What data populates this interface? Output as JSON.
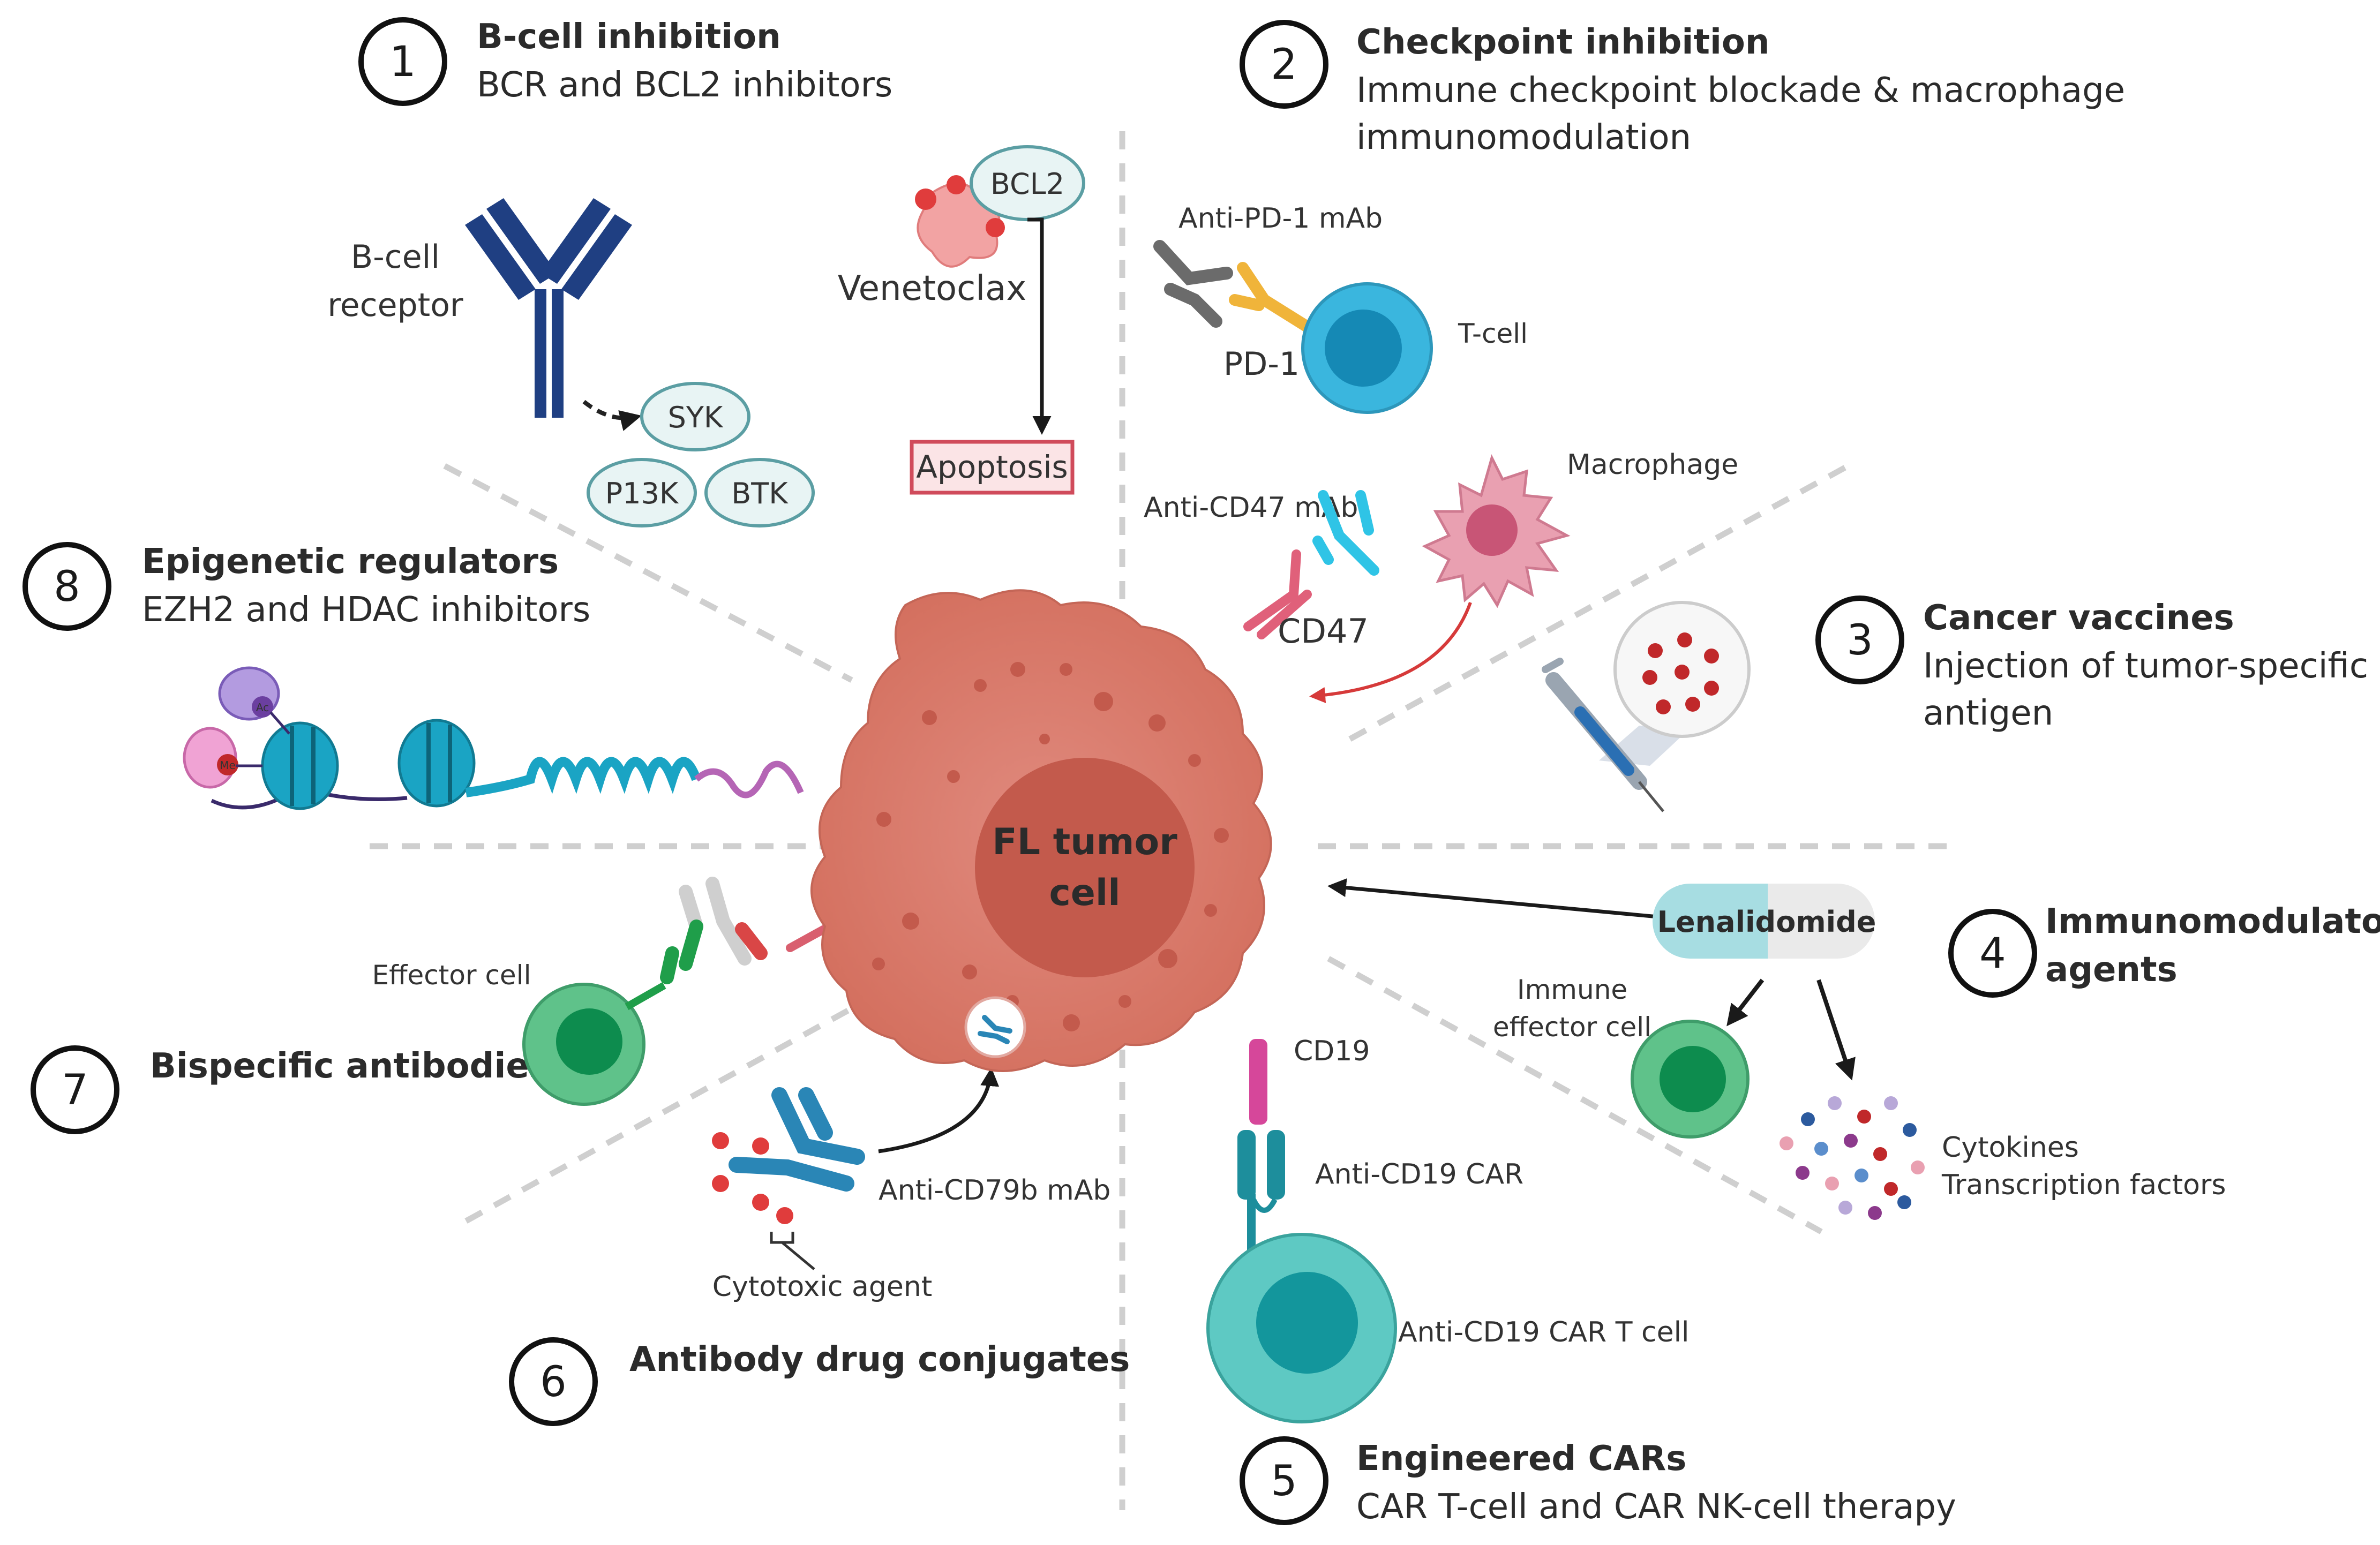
{
  "center": {
    "line1": "FL tumor",
    "line2": "cell"
  },
  "sections": [
    {
      "number": "1",
      "title": "B-cell inhibition",
      "subtitle": "BCR and BCL2 inhibitors"
    },
    {
      "number": "2",
      "title": "Checkpoint inhibition",
      "subtitle_line1": "Immune checkpoint blockade & macrophage",
      "subtitle_line2": "immunomodulation"
    },
    {
      "number": "3",
      "title": "Cancer vaccines",
      "subtitle_line1": "Injection of tumor-specific",
      "subtitle_line2": "antigen"
    },
    {
      "number": "4",
      "title_line1": "Immunomodulatory",
      "title_line2": "agents"
    },
    {
      "number": "5",
      "title": "Engineered CARs",
      "subtitle": "CAR T-cell and CAR NK-cell therapy"
    },
    {
      "number": "6",
      "title": "Antibody drug conjugates"
    },
    {
      "number": "7",
      "title": "Bispecific antibodies"
    },
    {
      "number": "8",
      "title": "Epigenetic regulators",
      "subtitle": "EZH2 and HDAC inhibitors"
    }
  ],
  "labels": {
    "bcr_line1": "B-cell",
    "bcr_line2": "receptor",
    "syk": "SYK",
    "pi3k": "P13K",
    "btk": "BTK",
    "bcl2": "BCL2",
    "venetoclax": "Venetoclax",
    "apoptosis": "Apoptosis",
    "anti_pd1": "Anti-PD-1 mAb",
    "pd1": "PD-1",
    "tcell": "T-cell",
    "anti_cd47": "Anti-CD47 mAb",
    "cd47": "CD47",
    "macrophage": "Macrophage",
    "lenalidomide": "Lenalidomide",
    "immune_effector_line1": "Immune",
    "immune_effector_line2": "effector cell",
    "cytokines": "Cytokines",
    "transcription_factors": "Transcription factors",
    "cd19": "CD19",
    "anti_cd19_car": "Anti-CD19 CAR",
    "anti_cd19_car_tcell": "Anti-CD19 CAR T cell",
    "anti_cd79b": "Anti-CD79b mAb",
    "cytotoxic_agent": "Cytotoxic agent",
    "effector_cell": "Effector cell",
    "ac": "Ac",
    "me": "Me"
  },
  "colors": {
    "tumor": "#d9786c",
    "tumor_nucleus": "#c35a4c",
    "bcr_blue": "#1f3f82",
    "teal": "#1d9fb0",
    "tcell_blue": "#3ab6de",
    "green": "#35a765",
    "macrophage": "#e2849a",
    "apoptosis_border": "#d04b5b"
  }
}
